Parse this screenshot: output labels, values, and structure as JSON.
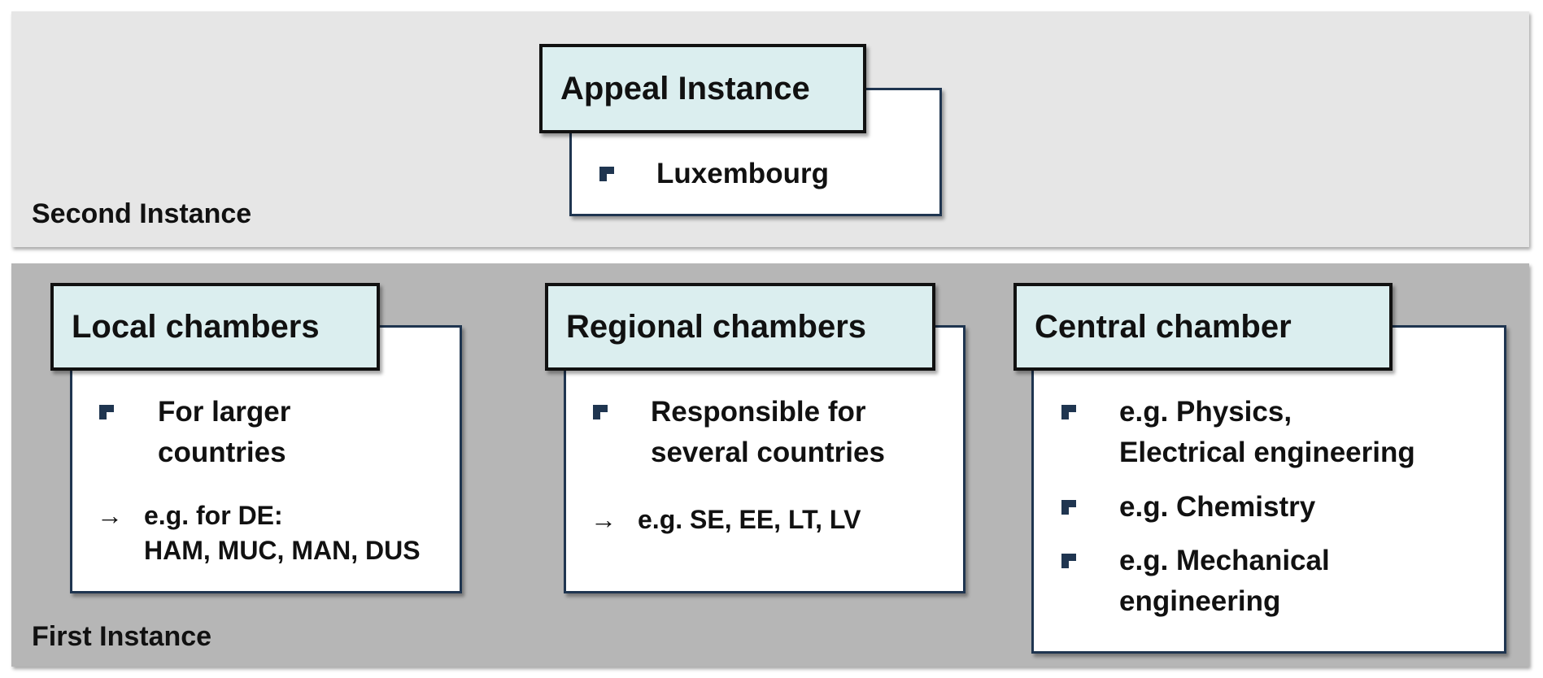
{
  "second_instance": {
    "label": "Second Instance",
    "appeal": {
      "title": "Appeal Instance",
      "bullets": [
        "Luxembourg"
      ]
    }
  },
  "first_instance": {
    "label": "First Instance",
    "local": {
      "title": "Local chambers",
      "bullet_line1": "For larger",
      "bullet_line2": "countries",
      "example_line1": "e.g. for DE:",
      "example_line2": "HAM, MUC, MAN, DUS"
    },
    "regional": {
      "title": "Regional chambers",
      "bullet_line1": "Responsible for",
      "bullet_line2": "several countries",
      "example_line1": "e.g. SE, EE, LT, LV"
    },
    "central": {
      "title": "Central chamber",
      "bullet1_line1": "e.g. Physics,",
      "bullet1_line2": "Electrical engineering",
      "bullet2_line1": "e.g. Chemistry",
      "bullet3_line1": "e.g. Mechanical",
      "bullet3_line2": "engineering"
    },
    "arrow_glyph": "→"
  },
  "colors": {
    "header_fill": "#dbeeef",
    "card_border": "#1f3550",
    "second_band": "#e6e6e6",
    "first_band": "#b6b6b6",
    "bullet": "#1f3550"
  },
  "icons": {
    "bullet": "square-bullet-icon",
    "arrow": "arrow-right-icon"
  }
}
